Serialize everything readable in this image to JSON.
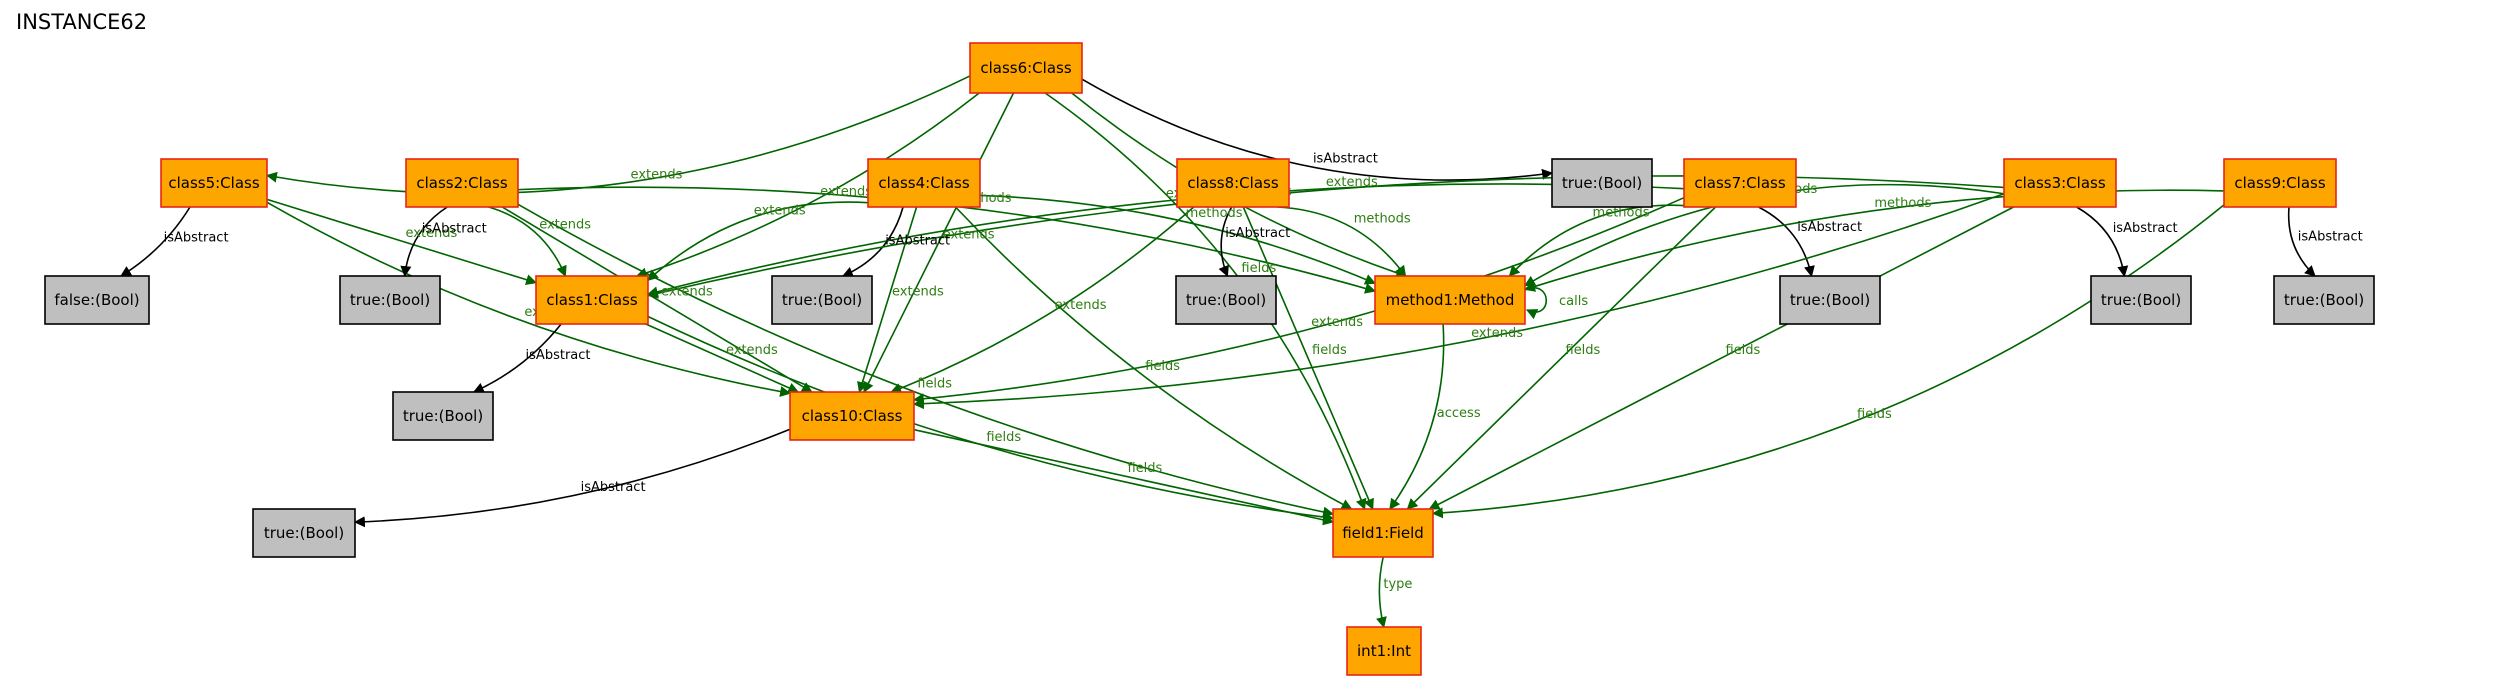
{
  "title": "INSTANCE62",
  "colors": {
    "class_fill": "#ffa500",
    "class_stroke": "#e8251a",
    "bool_fill": "#bfbfbf",
    "bool_stroke": "#000000",
    "green_edge": "#006400",
    "green_label": "#2e7d12",
    "black_edge": "#000000"
  },
  "nodes": [
    {
      "id": "class6",
      "label": "class6:Class",
      "kind": "class"
    },
    {
      "id": "class5",
      "label": "class5:Class",
      "kind": "class"
    },
    {
      "id": "class2",
      "label": "class2:Class",
      "kind": "class"
    },
    {
      "id": "class4",
      "label": "class4:Class",
      "kind": "class"
    },
    {
      "id": "class8",
      "label": "class8:Class",
      "kind": "class"
    },
    {
      "id": "class7",
      "label": "class7:Class",
      "kind": "class"
    },
    {
      "id": "class3",
      "label": "class3:Class",
      "kind": "class"
    },
    {
      "id": "class9",
      "label": "class9:Class",
      "kind": "class"
    },
    {
      "id": "class1",
      "label": "class1:Class",
      "kind": "class"
    },
    {
      "id": "method1",
      "label": "method1:Method",
      "kind": "class"
    },
    {
      "id": "class10",
      "label": "class10:Class",
      "kind": "class"
    },
    {
      "id": "field1",
      "label": "field1:Field",
      "kind": "class"
    },
    {
      "id": "int1",
      "label": "int1:Int",
      "kind": "class"
    },
    {
      "id": "b_c6",
      "label": "true:(Bool)",
      "kind": "bool"
    },
    {
      "id": "b_c5",
      "label": "false:(Bool)",
      "kind": "bool"
    },
    {
      "id": "b_c2",
      "label": "true:(Bool)",
      "kind": "bool"
    },
    {
      "id": "b_c4",
      "label": "true:(Bool)",
      "kind": "bool"
    },
    {
      "id": "b_c8",
      "label": "true:(Bool)",
      "kind": "bool"
    },
    {
      "id": "b_c7",
      "label": "true:(Bool)",
      "kind": "bool"
    },
    {
      "id": "b_c3",
      "label": "true:(Bool)",
      "kind": "bool"
    },
    {
      "id": "b_c9",
      "label": "true:(Bool)",
      "kind": "bool"
    },
    {
      "id": "b_c1",
      "label": "true:(Bool)",
      "kind": "bool"
    },
    {
      "id": "b_c10",
      "label": "true:(Bool)",
      "kind": "bool"
    }
  ],
  "edges": [
    {
      "from": "class6",
      "to": "class5",
      "label": "extends",
      "color": "green"
    },
    {
      "from": "class6",
      "to": "class1",
      "label": "extends",
      "color": "green"
    },
    {
      "from": "class6",
      "to": "class10",
      "label": "extends",
      "color": "green"
    },
    {
      "from": "class6",
      "to": "method1",
      "label": "methods",
      "color": "green"
    },
    {
      "from": "class6",
      "to": "b_c6",
      "label": "isAbstract",
      "color": "black"
    },
    {
      "from": "class6",
      "to": "field1",
      "label": "fields",
      "color": "green"
    },
    {
      "from": "class5",
      "to": "b_c5",
      "label": "isAbstract",
      "color": "black"
    },
    {
      "from": "class5",
      "to": "class1",
      "label": "extends",
      "color": "green"
    },
    {
      "from": "class5",
      "to": "class10",
      "label": "extends",
      "color": "green"
    },
    {
      "from": "class2",
      "to": "b_c2",
      "label": "isAbstract",
      "color": "black"
    },
    {
      "from": "class2",
      "to": "class1",
      "label": "extends",
      "color": "green"
    },
    {
      "from": "class2",
      "to": "method1",
      "label": "methods",
      "color": "green"
    },
    {
      "from": "class2",
      "to": "class10",
      "label": "extends",
      "color": "green"
    },
    {
      "from": "class2",
      "to": "field1",
      "label": "fields",
      "color": "green"
    },
    {
      "from": "class4",
      "to": "class1",
      "label": "extends",
      "color": "green"
    },
    {
      "from": "class4",
      "to": "b_c4",
      "label": "isAbstract",
      "color": "black"
    },
    {
      "from": "class4",
      "to": "method1",
      "label": "methods",
      "color": "green"
    },
    {
      "from": "class4",
      "to": "class10",
      "label": "extends",
      "color": "green"
    },
    {
      "from": "class4",
      "to": "field1",
      "label": "fields",
      "color": "green"
    },
    {
      "from": "class8",
      "to": "b_c8",
      "label": "isAbstract",
      "color": "black"
    },
    {
      "from": "class8",
      "to": "method1",
      "label": "methods",
      "color": "green"
    },
    {
      "from": "class8",
      "to": "class10",
      "label": "extends",
      "color": "green"
    },
    {
      "from": "class8",
      "to": "field1",
      "label": "fields",
      "color": "green"
    },
    {
      "from": "class7",
      "to": "class1",
      "label": "extends",
      "color": "green"
    },
    {
      "from": "class7",
      "to": "method1",
      "label": "methods",
      "color": "green"
    },
    {
      "from": "class7",
      "to": "b_c7",
      "label": "isAbstract",
      "color": "black"
    },
    {
      "from": "class7",
      "to": "class10",
      "label": "extends",
      "color": "green"
    },
    {
      "from": "class7",
      "to": "field1",
      "label": "fields",
      "color": "green"
    },
    {
      "from": "class3",
      "to": "class1",
      "label": "extends",
      "color": "green"
    },
    {
      "from": "class3",
      "to": "method1",
      "label": "methods",
      "color": "green"
    },
    {
      "from": "class3",
      "to": "b_c3",
      "label": "isAbstract",
      "color": "black"
    },
    {
      "from": "class3",
      "to": "class10",
      "label": "extends",
      "color": "green"
    },
    {
      "from": "class3",
      "to": "field1",
      "label": "fields",
      "color": "green"
    },
    {
      "from": "class9",
      "to": "method1",
      "label": "methods",
      "color": "green"
    },
    {
      "from": "class9",
      "to": "b_c9",
      "label": "isAbstract",
      "color": "black"
    },
    {
      "from": "class9",
      "to": "field1",
      "label": "fields",
      "color": "green"
    },
    {
      "from": "class1",
      "to": "b_c1",
      "label": "isAbstract",
      "color": "black"
    },
    {
      "from": "class1",
      "to": "class10",
      "label": "extends",
      "color": "green"
    },
    {
      "from": "class1",
      "to": "field1",
      "label": "fields",
      "color": "green"
    },
    {
      "from": "method1",
      "to": "method1",
      "label": "calls",
      "color": "green"
    },
    {
      "from": "method1",
      "to": "field1",
      "label": "access",
      "color": "green"
    },
    {
      "from": "class10",
      "to": "b_c10",
      "label": "isAbstract",
      "color": "black"
    },
    {
      "from": "class10",
      "to": "field1",
      "label": "fields",
      "color": "green"
    },
    {
      "from": "field1",
      "to": "int1",
      "label": "type",
      "color": "green"
    }
  ]
}
